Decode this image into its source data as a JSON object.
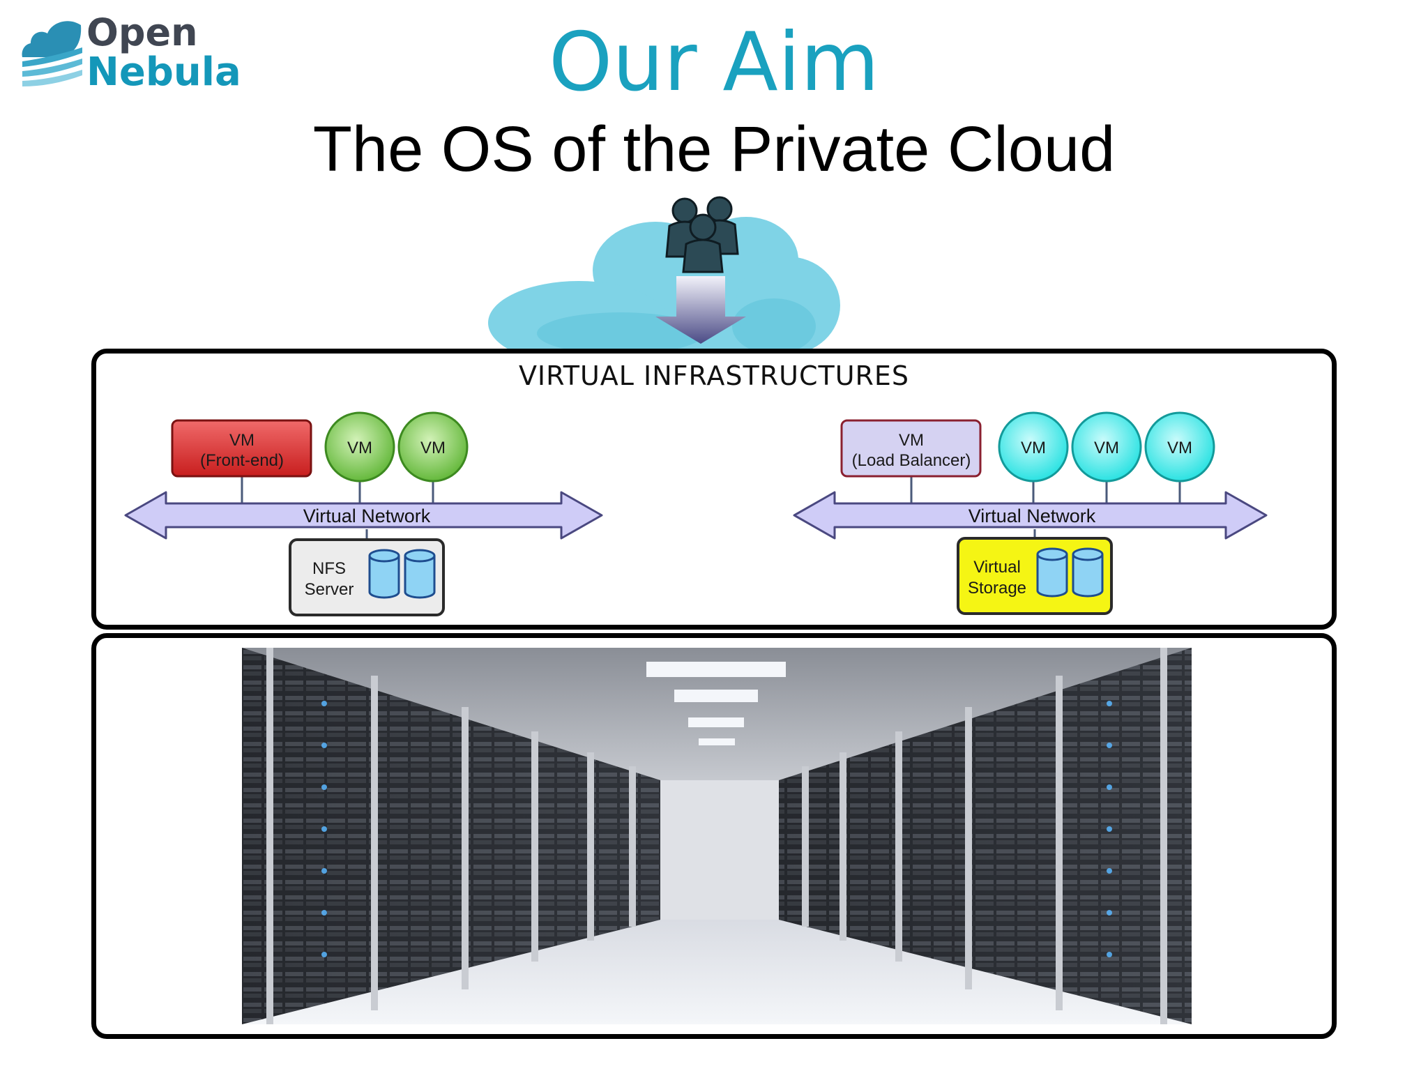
{
  "logo": {
    "line1": "Open",
    "line2": "Nebula"
  },
  "title": "Our Aim",
  "subtitle": "The OS of the Private Cloud",
  "virtual_infrastructures": {
    "label": "VIRTUAL INFRASTRUCTURES",
    "left": {
      "vm_frontend": {
        "line1": "VM",
        "line2": "(Front-end)"
      },
      "vms": [
        "VM",
        "VM"
      ],
      "network_label": "Virtual Network",
      "storage": {
        "line1": "NFS",
        "line2": "Server"
      }
    },
    "right": {
      "vm_balancer": {
        "line1": "VM",
        "line2": "(Load Balancer)"
      },
      "vms": [
        "VM",
        "VM",
        "VM"
      ],
      "network_label": "Virtual Network",
      "storage": {
        "line1": "Virtual",
        "line2": "Storage"
      }
    }
  },
  "colors": {
    "brand_teal": "#1aa1bf",
    "frontend_red": "#d42a2a",
    "balancer_lavender": "#d5d2f2",
    "vm_green": "#6cc03e",
    "vm_cyan": "#2ee6e6",
    "network_arrow": "#cfccf7",
    "nfs_gray": "#ececec",
    "storage_yellow": "#f5f514",
    "cylinder_blue": "#8fd3f4"
  },
  "icons": [
    "cloud-icon",
    "users-icon",
    "down-arrow-icon",
    "database-icon",
    "server-rack-icon"
  ]
}
